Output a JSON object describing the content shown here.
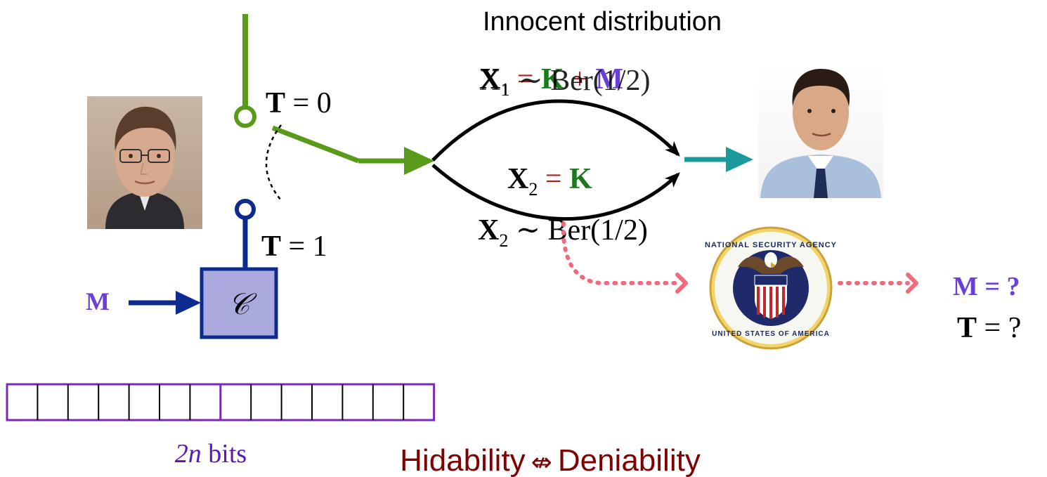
{
  "title": "Innocent distribution",
  "switch": {
    "t0_bold": "T",
    "t0_rest": " = 0",
    "t1_bold": "T",
    "t1_rest": " = 1"
  },
  "message_label": "M",
  "encoder_label": "𝒞",
  "channel": {
    "x1_lhs": "X",
    "x1_sub": "1",
    "x1_eq": " = ",
    "x1_k": "K",
    "x1_plus": " + ",
    "x1_m": "M",
    "x1_innocent": "X₁ ∼ Ber(1/2)",
    "x2_lhs": "X",
    "x2_sub": "2",
    "x2_eq": " = ",
    "x2_k": "K",
    "x2_innocent_lhs": "X",
    "x2_innocent_sub": "2",
    "x2_innocent_rest": " ∼ Ber(1/2)"
  },
  "adversary": {
    "seal_top": "NATIONAL SECURITY AGENCY",
    "seal_bottom": "UNITED STATES OF AMERICA",
    "m_query": "M = ?",
    "t_query_bold": "T",
    "t_query_rest": " = ?"
  },
  "bits": {
    "count": 14,
    "label_n": "2n",
    "label_rest": " bits"
  },
  "footer": {
    "left": "Hidability",
    "symbol": "⇎",
    "right": "Deniability"
  },
  "colors": {
    "green": "#5a9a1a",
    "navy": "#0d2a8f",
    "purple": "#6a3fd8",
    "dark_red": "#800000",
    "teal": "#1a9a9a",
    "pink": "#f06a7a",
    "encoder_fill": "#aaaadf",
    "bits_border": "#7a2ab8",
    "k_green": "#1a7a1a",
    "eq_red": "#b02020"
  }
}
